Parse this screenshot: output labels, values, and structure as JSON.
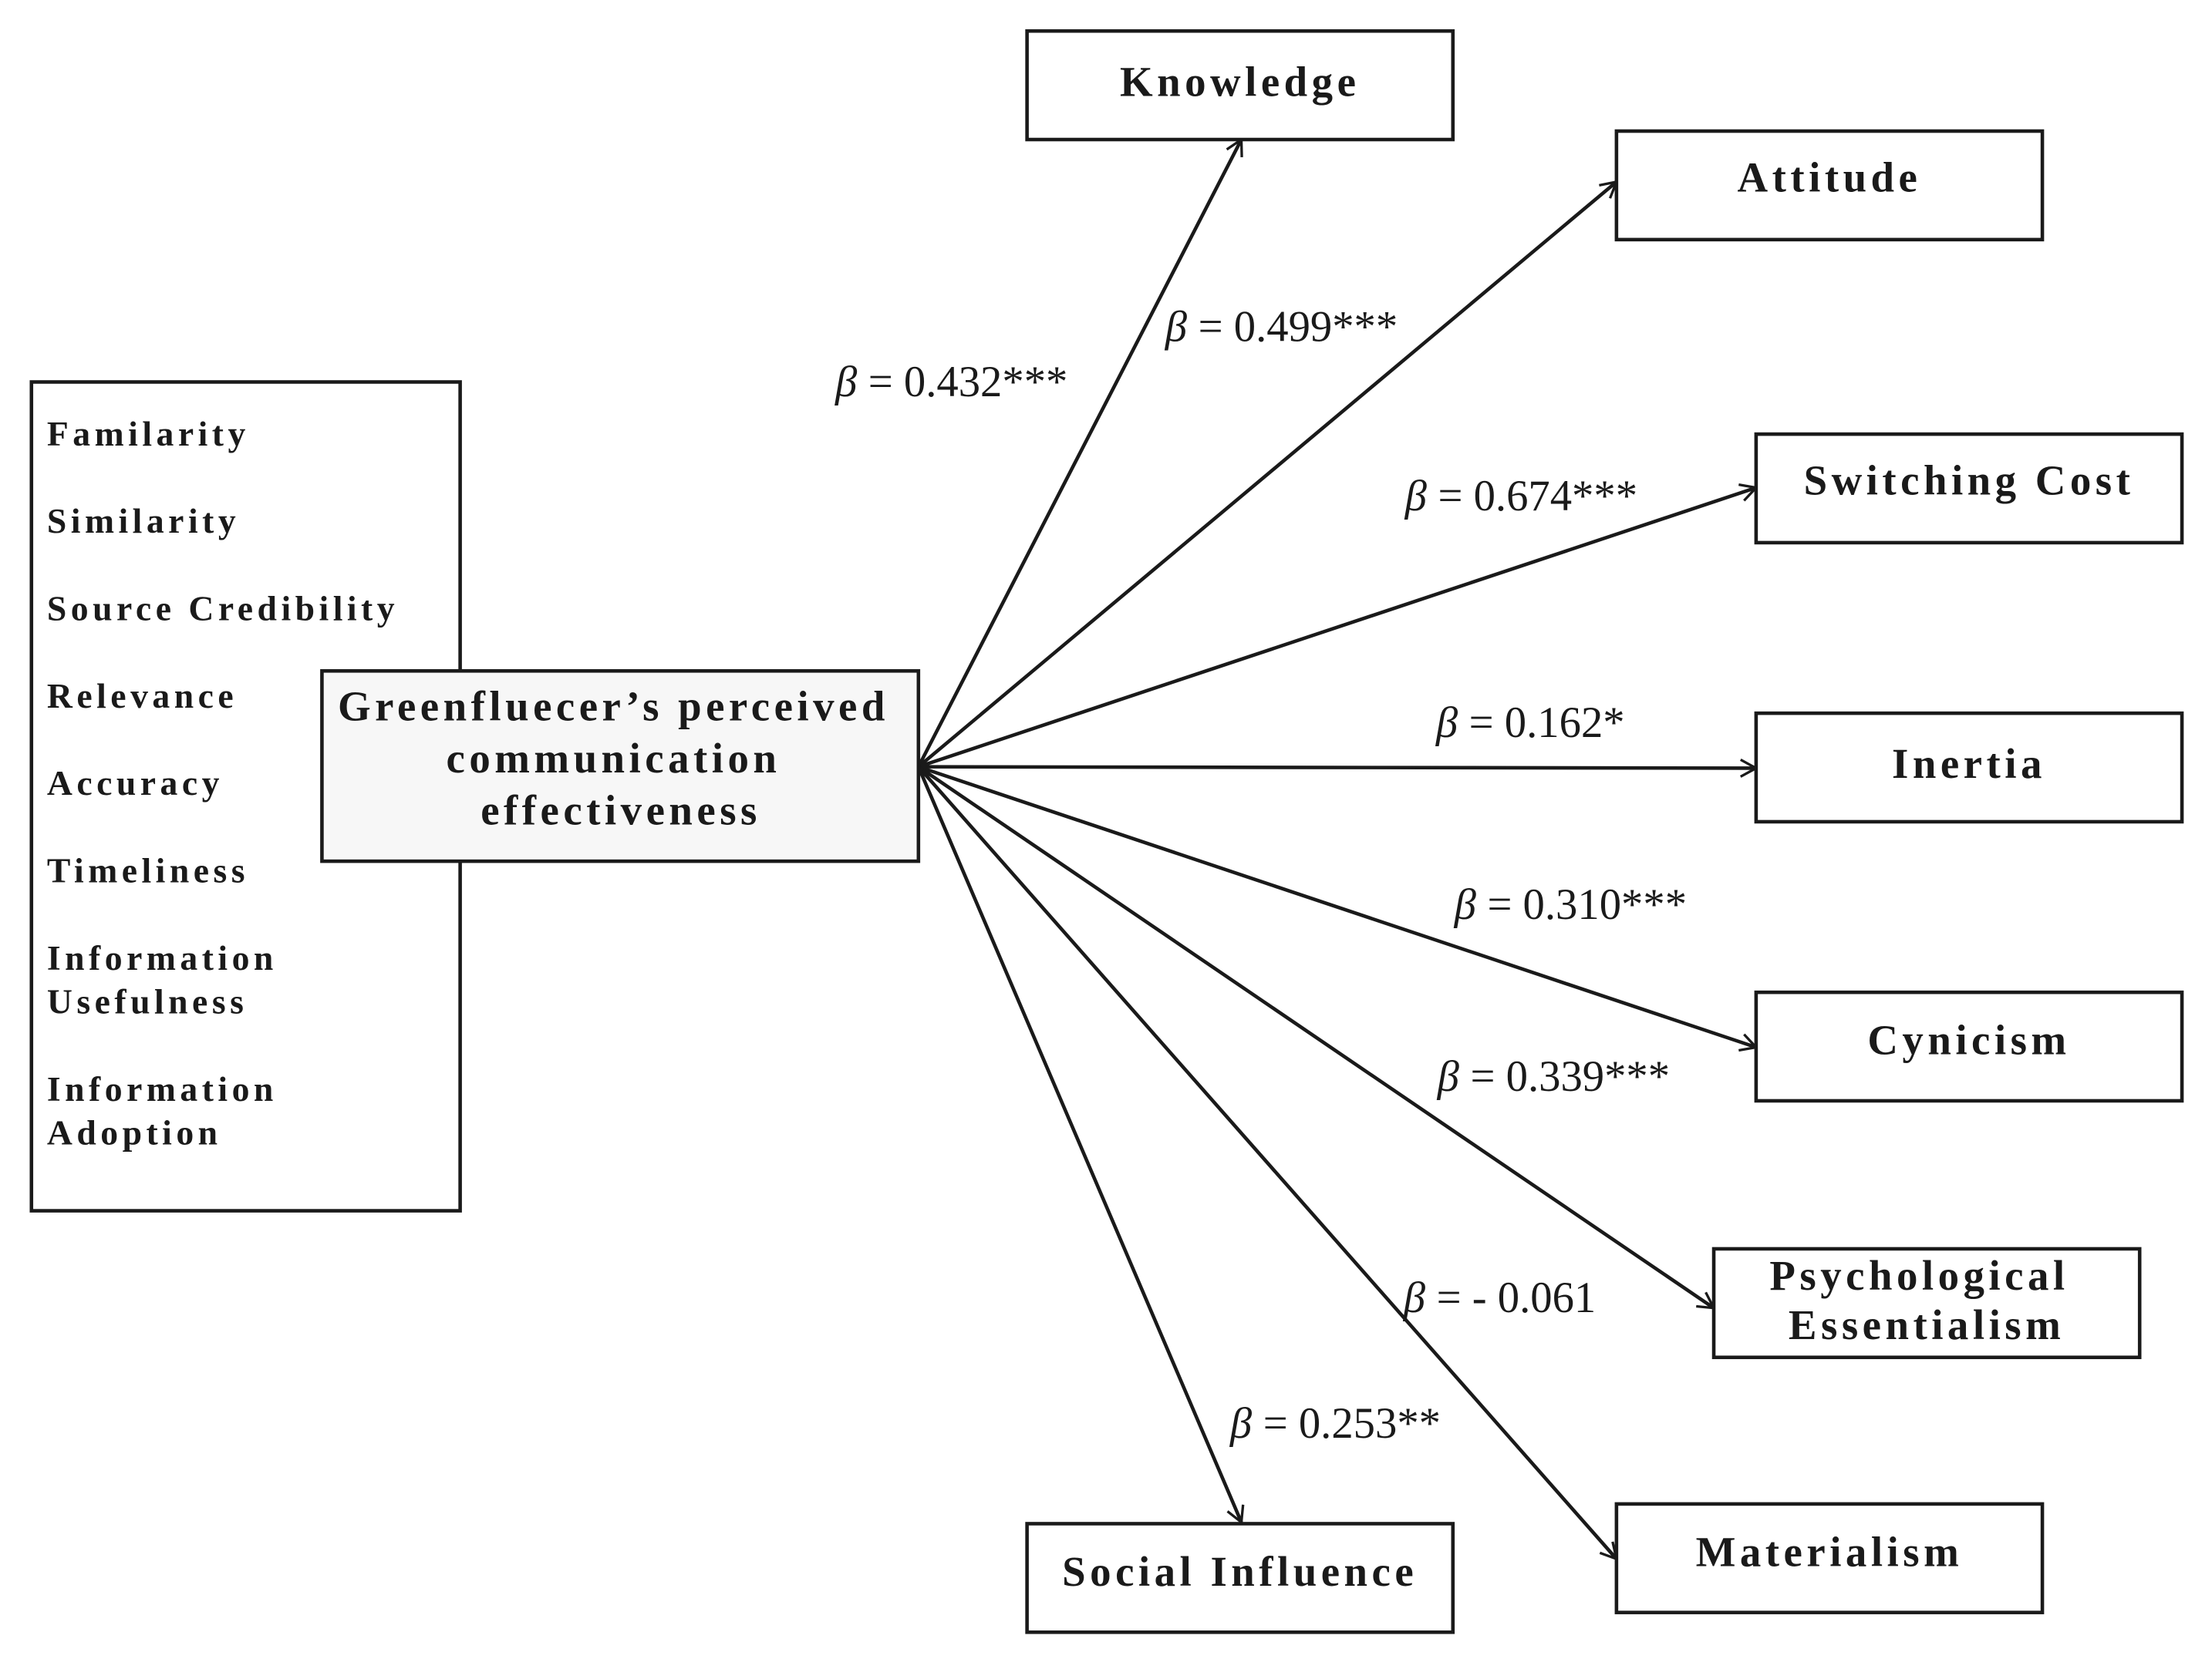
{
  "antecedents": [
    [
      "Familarity"
    ],
    [
      "Similarity"
    ],
    [
      "Source Credibility"
    ],
    [
      "Relevance"
    ],
    [
      "Accuracy"
    ],
    [
      "Timeliness"
    ],
    [
      "Information",
      "Usefulness"
    ],
    [
      "Information",
      "Adoption"
    ]
  ],
  "center": {
    "lines": [
      "Greenfluecer’s perceived",
      "communication",
      "effectiveness"
    ]
  },
  "beta_symbol": "β",
  "outcomes": [
    {
      "lines": [
        "Knowledge"
      ],
      "beta": "= 0.432***"
    },
    {
      "lines": [
        "Attitude"
      ],
      "beta": "= 0.499***"
    },
    {
      "lines": [
        "Switching Cost"
      ],
      "beta": "= 0.674***"
    },
    {
      "lines": [
        "Inertia"
      ],
      "beta": "= 0.162*"
    },
    {
      "lines": [
        "Cynicism"
      ],
      "beta": "= 0.310***"
    },
    {
      "lines": [
        "Psychological",
        "Essentialism"
      ],
      "beta": "= 0.339***"
    },
    {
      "lines": [
        "Materialism"
      ],
      "beta": "= - 0.061"
    },
    {
      "lines": [
        "Social Influence"
      ],
      "beta": "= 0.253**"
    }
  ],
  "colors": {
    "stroke": "#1a1a1a",
    "center_fill": "#f7f7f7",
    "box_fill": "#ffffff"
  }
}
